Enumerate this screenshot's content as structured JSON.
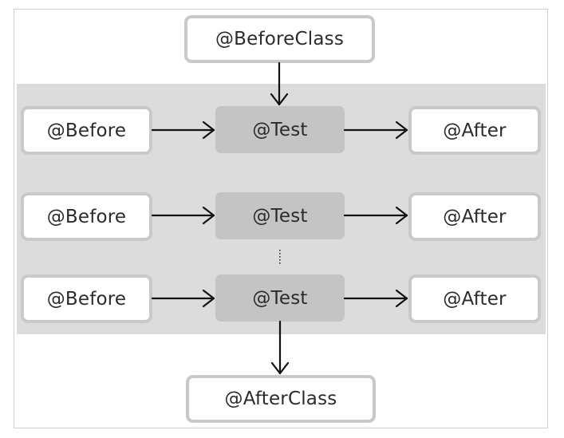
{
  "diagram": {
    "before_class": "@BeforeClass",
    "after_class": "@AfterClass",
    "rows": [
      {
        "before": "@Before",
        "test": "@Test",
        "after": "@After"
      },
      {
        "before": "@Before",
        "test": "@Test",
        "after": "@After"
      },
      {
        "before": "@Before",
        "test": "@Test",
        "after": "@After"
      }
    ]
  },
  "colors": {
    "band": "#dcdcdc",
    "box_border": "#c9c9c9",
    "test_fill": "#c4c4c4",
    "arrow": "#111111"
  }
}
